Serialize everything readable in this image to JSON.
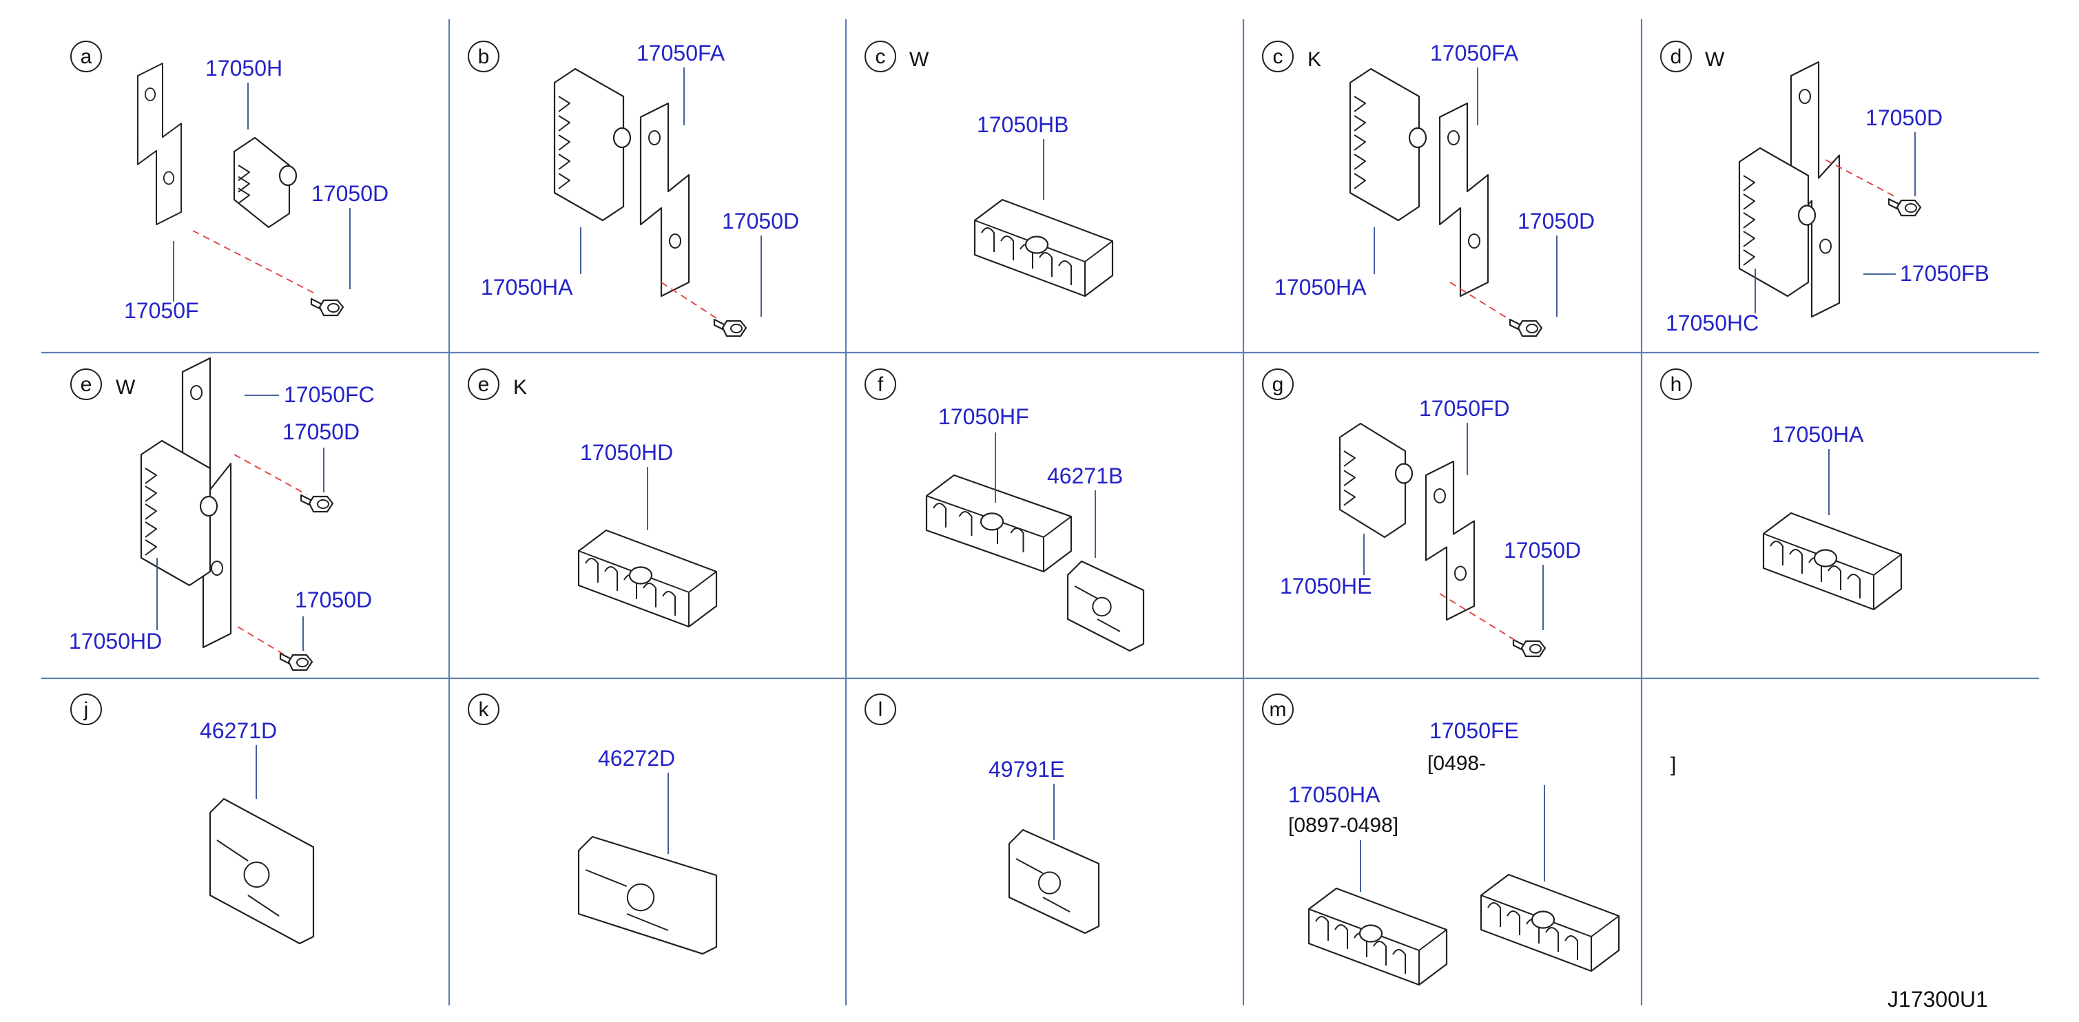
{
  "diagram_code": "J17300U1",
  "stray_mark": "]",
  "panels": [
    {
      "letter": "a",
      "variant": "",
      "labels": [
        "17050H",
        "17050D",
        "17050F"
      ],
      "notes": []
    },
    {
      "letter": "b",
      "variant": "",
      "labels": [
        "17050FA",
        "17050D",
        "17050HA"
      ],
      "notes": []
    },
    {
      "letter": "c",
      "variant": "W",
      "labels": [
        "17050HB"
      ],
      "notes": []
    },
    {
      "letter": "c",
      "variant": "K",
      "labels": [
        "17050FA",
        "17050D",
        "17050HA"
      ],
      "notes": []
    },
    {
      "letter": "d",
      "variant": "W",
      "labels": [
        "17050D",
        "17050FB",
        "17050HC"
      ],
      "notes": []
    },
    {
      "letter": "e",
      "variant": "W",
      "labels": [
        "17050FC",
        "17050D",
        "17050D",
        "17050HD"
      ],
      "notes": []
    },
    {
      "letter": "e",
      "variant": "K",
      "labels": [
        "17050HD"
      ],
      "notes": []
    },
    {
      "letter": "f",
      "variant": "",
      "labels": [
        "17050HF",
        "46271B"
      ],
      "notes": []
    },
    {
      "letter": "g",
      "variant": "",
      "labels": [
        "17050FD",
        "17050D",
        "17050HE"
      ],
      "notes": []
    },
    {
      "letter": "h",
      "variant": "",
      "labels": [
        "17050HA"
      ],
      "notes": []
    },
    {
      "letter": "j",
      "variant": "",
      "labels": [
        "46271D"
      ],
      "notes": []
    },
    {
      "letter": "k",
      "variant": "",
      "labels": [
        "46272D"
      ],
      "notes": []
    },
    {
      "letter": "l",
      "variant": "",
      "labels": [
        "49791E"
      ],
      "notes": []
    },
    {
      "letter": "m",
      "variant": "",
      "labels": [
        "17050FE",
        "17050HA"
      ],
      "notes": [
        "[0498-",
        "[0897-0498]"
      ]
    },
    {
      "letter": "",
      "variant": "",
      "labels": [],
      "notes": []
    }
  ]
}
